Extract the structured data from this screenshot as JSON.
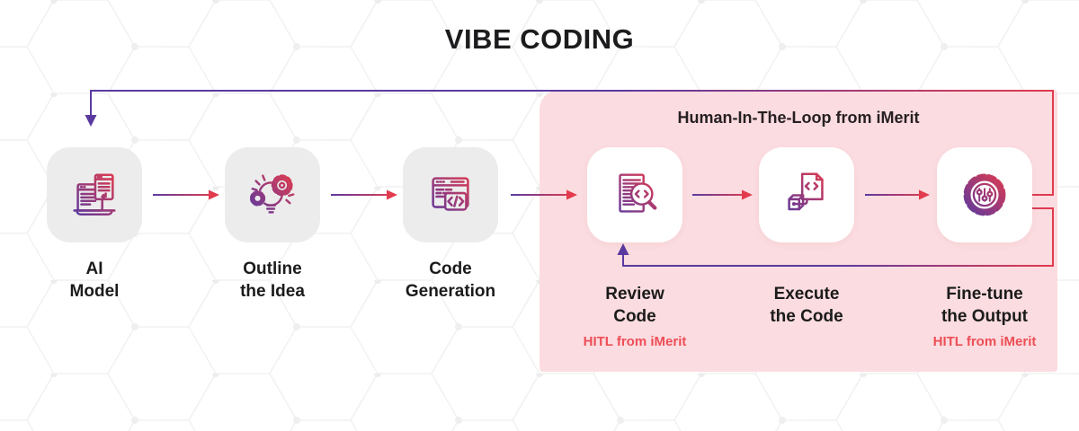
{
  "title": "VIBE CODING",
  "hitl_region": {
    "header": "Human-In-The-Loop from iMerit"
  },
  "steps": [
    {
      "id": "ai-model",
      "line1": "AI",
      "line2": "Model",
      "icon": "laptop-documents-icon"
    },
    {
      "id": "outline-idea",
      "line1": "Outline",
      "line2": "the Idea",
      "icon": "bulb-gears-icon"
    },
    {
      "id": "code-generation",
      "line1": "Code",
      "line2": "Generation",
      "icon": "browser-code-icon"
    },
    {
      "id": "review-code",
      "line1": "Review",
      "line2": "Code",
      "subtitle": "HITL from iMerit",
      "icon": "document-magnifier-icon"
    },
    {
      "id": "execute-code",
      "line1": "Execute",
      "line2": "the Code",
      "icon": "document-cube-icon"
    },
    {
      "id": "fine-tune-output",
      "line1": "Fine-tune",
      "line2": "the Output",
      "subtitle": "HITL from iMerit",
      "icon": "gear-sliders-icon"
    }
  ],
  "colors": {
    "accent_purple": "#5b3aa0",
    "accent_red": "#e23b4e",
    "pink_bg": "#fbdce0",
    "hitl_text_red": "#ee4e56",
    "card_gray": "#ececec",
    "title_text": "#1c1c1e"
  }
}
